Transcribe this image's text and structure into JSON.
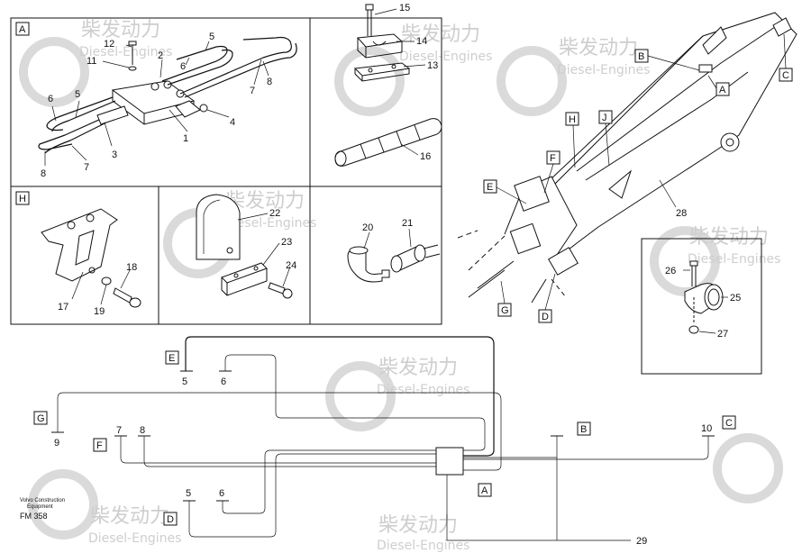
{
  "footer": {
    "line1": "Volvo Construction",
    "line2": "Equipment",
    "code": "FM 358"
  },
  "watermark": {
    "brand": "柴发动力",
    "sub": "Diesel-Engines"
  },
  "panels": {
    "A": {
      "letter": "A",
      "callouts": [
        "15",
        "14",
        "13",
        "12",
        "11",
        "2",
        "5",
        "6",
        "7",
        "8",
        "6",
        "5",
        "3",
        "1",
        "4",
        "8",
        "7",
        "16"
      ]
    },
    "H": {
      "letter": "H",
      "callouts": [
        "17",
        "19",
        "18"
      ]
    },
    "middle": {
      "callouts": [
        "22",
        "23",
        "24"
      ]
    },
    "fittings": {
      "callouts": [
        "20",
        "21"
      ]
    },
    "boom": {
      "callouts": [
        "28"
      ],
      "letters": [
        "B",
        "A",
        "C",
        "H",
        "J",
        "F",
        "E",
        "G",
        "D"
      ]
    },
    "clamp": {
      "callouts": [
        "26",
        "25",
        "27"
      ]
    }
  },
  "schematic": {
    "letters": [
      "E",
      "G",
      "F",
      "B",
      "C",
      "A",
      "D"
    ],
    "numbers": [
      "5",
      "6",
      "9",
      "7",
      "8",
      "10",
      "5",
      "6",
      "29"
    ]
  }
}
